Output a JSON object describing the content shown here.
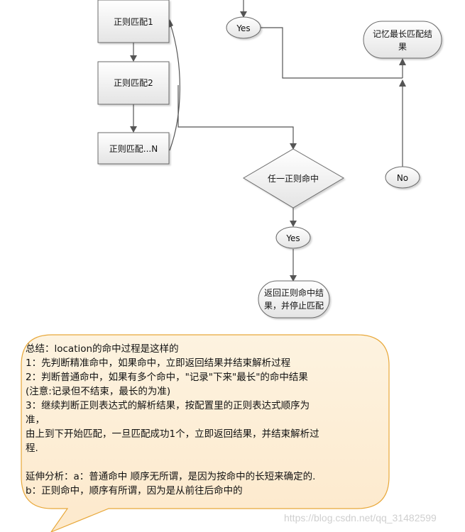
{
  "nodes": {
    "regex1": "正则匹配1",
    "regex2": "正则匹配2",
    "regexN": "正则匹配...N",
    "yes_top": "Yes",
    "remember": [
      "记忆最长匹配结",
      "果"
    ],
    "decision": "任一正则命中",
    "no": "No",
    "yes_bottom": "Yes",
    "return_result": [
      "返回正则命中结",
      "果，并停止匹配"
    ]
  },
  "callout": {
    "lines": [
      "总结：location的命中过程是这样的",
      "1：先判断精准命中，如果命中，立即返回结果并结束解析过程",
      "2：判断普通命中，如果有多个命中，\"记录\"下来\"最长\"的命中结果",
      "(注意:记录但不结束，最长的为准)",
      "3：继续判断正则表达式的解析结果，按配置里的正则表达式顺序为",
      "准，",
      "由上到下开始匹配，一旦匹配成功1个，立即返回结果，并结束解析过",
      "程.",
      "",
      "延伸分析：a：普通命中 顺序无所谓，是因为按命中的长短来确定的.",
      "b：正则命中，顺序有所谓，因为是从前往后命中的"
    ]
  },
  "colors": {
    "box_fill_top": "#ffffff",
    "box_fill_bottom": "#e6e6e6",
    "box_stroke": "#6b6b6b",
    "connector": "#555555",
    "callout_fill": "#fdefd6",
    "callout_stroke": "#e8a83a"
  },
  "watermark": "https://blog.csdn.net/qq_31482599"
}
